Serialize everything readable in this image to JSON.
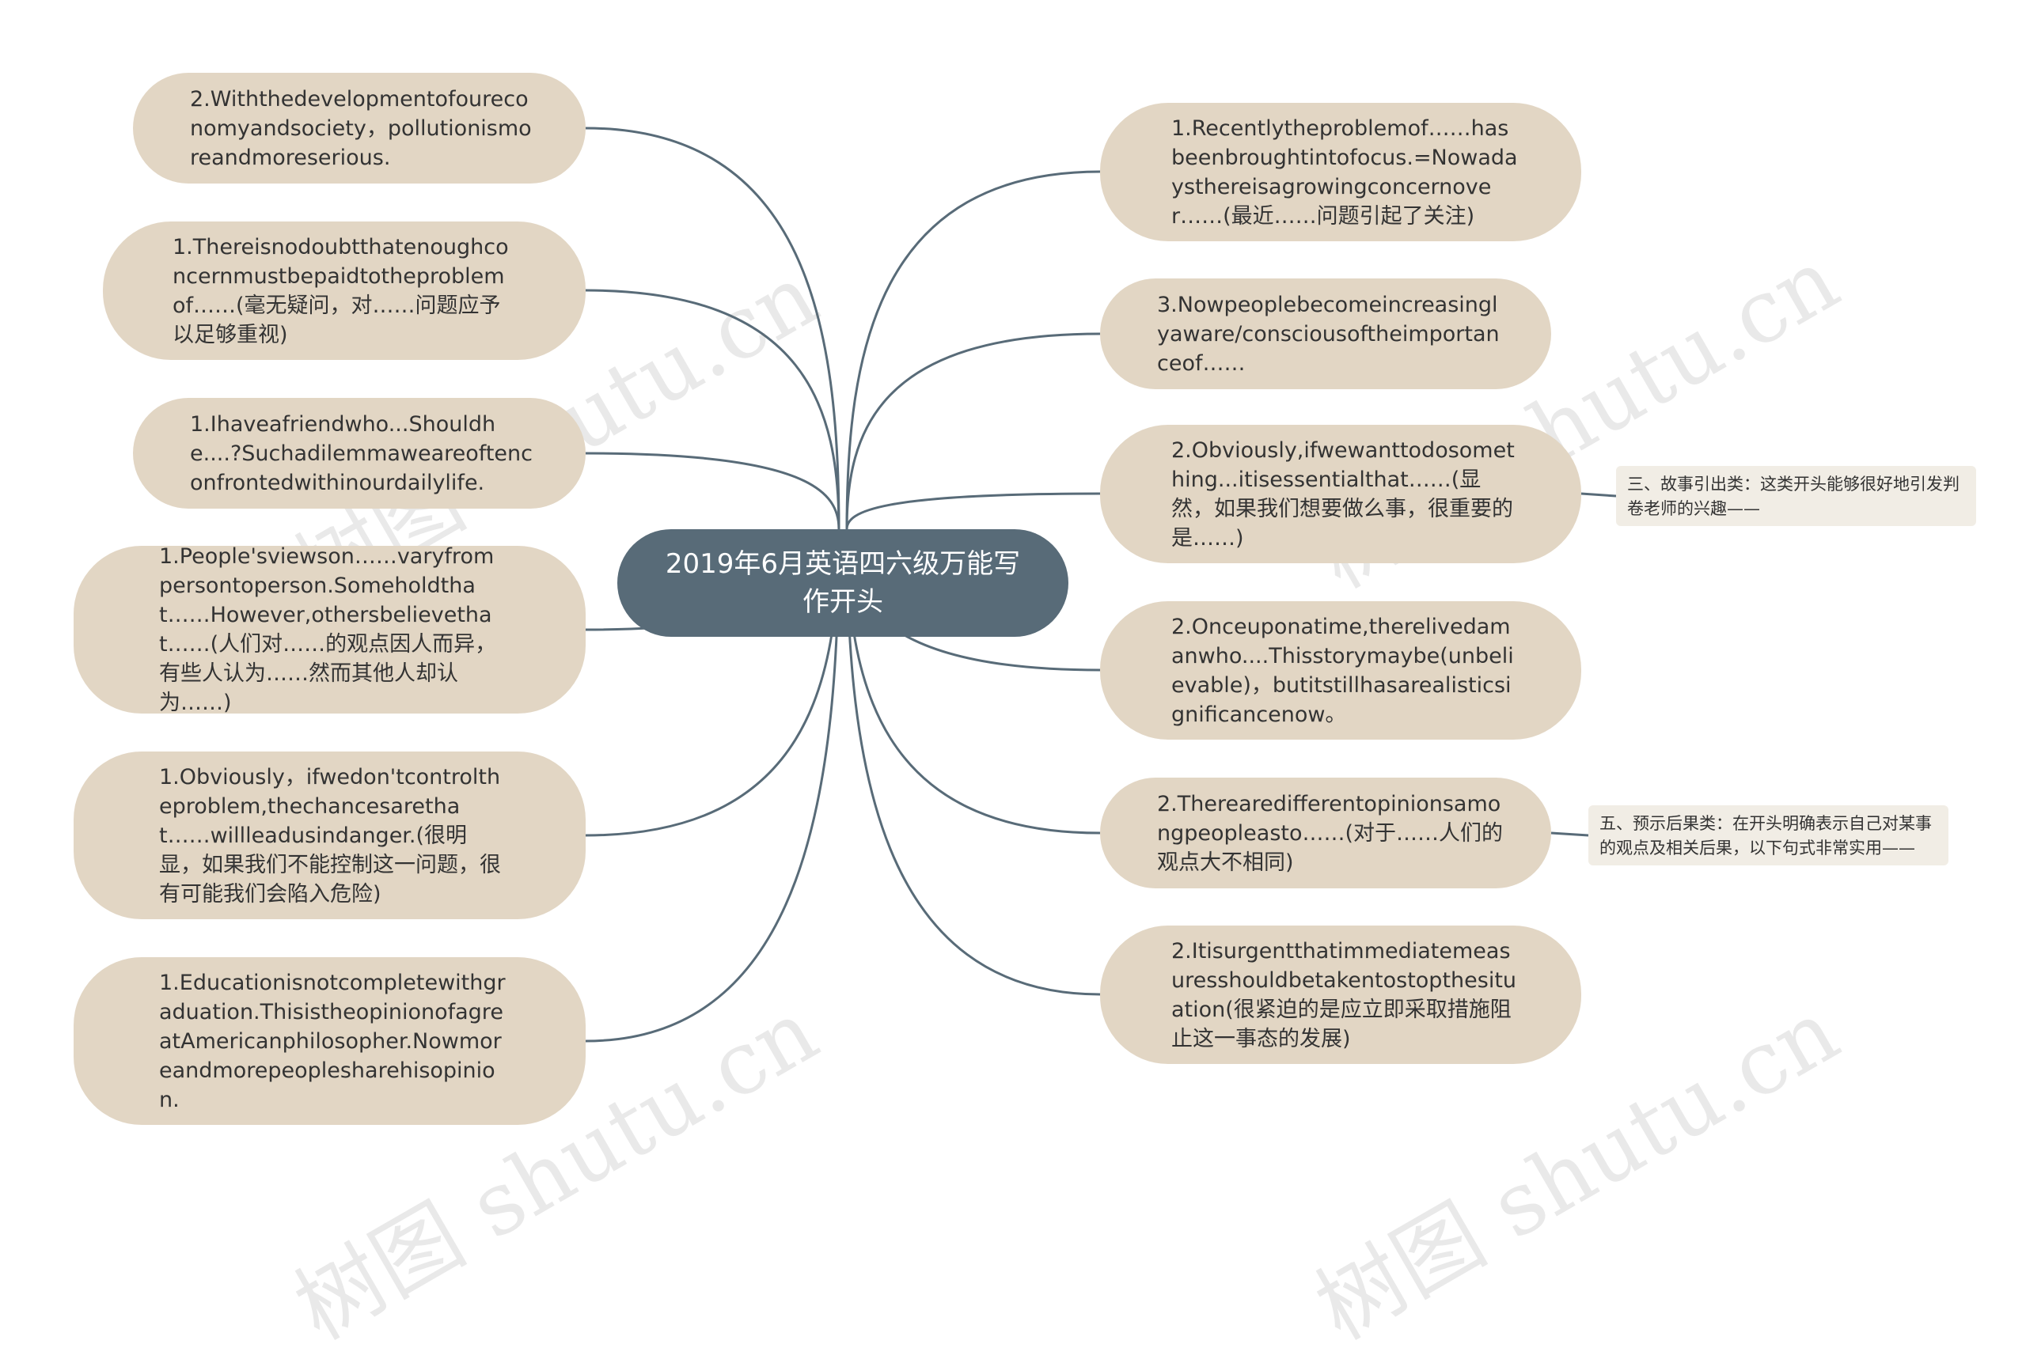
{
  "center": {
    "title": "2019年6月英语四六级万能写作开头"
  },
  "left_nodes": [
    {
      "text": "2.Withthedevelopmentofoureconomyandsociety，pollutionismoreandmoreserious."
    },
    {
      "text": "1.Thereisnodoubtthatenoughconcernmustbepaidtotheproblemof……(毫无疑问，对……问题应予以足够重视)"
    },
    {
      "text": "1.Ihaveafriendwho...Shouldhe....?Suchadilemmaweareoftenconfrontedwithinourdailylife."
    },
    {
      "text": "1.People'sviewson……varyfrompersontoperson.Someholdthat……However,othersbelievethat……(人们对……的观点因人而异，有些人认为……然而其他人却认为……)"
    },
    {
      "text": "1.Obviously，ifwedon'tcontroltheproblem,thechancesarethat……willleadusindanger.(很明显，如果我们不能控制这一问题，很有可能我们会陷入危险)"
    },
    {
      "text": "1.Educationisnotcompletewithgraduation.ThisistheopinionofagreatAmericanphilosopher.Nowmoreandmorepeoplesharehisopinion."
    }
  ],
  "right_nodes": [
    {
      "text": "1.Recentlytheproblemof……hasbeenbroughtintofocus.=Nowadaysthereisagrowingconcernover……(最近……问题引起了关注)"
    },
    {
      "text": "3.Nowpeoplebecomeincreasinglyaware/consciousoftheimportanceof……"
    },
    {
      "text": "2.Obviously,ifwewanttodosomething...itisessentialthat……(显然，如果我们想要做么事，很重要的是……)"
    },
    {
      "text": "2.Onceuponatime,therelivedamanwho....Thisstorymaybe(unbelievable)，butitstillhasarealisticsignificancenow。"
    },
    {
      "text": "2.Therearedifferentopinionsamongpeopleasto……(对于……人们的观点大不相同)"
    },
    {
      "text": "2.Itisurgentthatimmediatemeasuresshouldbetakentostopthesituation(很紧迫的是应立即采取措施阻止这一事态的发展)"
    }
  ],
  "notes": [
    {
      "text": "三、故事引出类：这类开头能够很好地引发判卷老师的兴趣——"
    },
    {
      "text": "五、预示后果类：在开头明确表示自己对某事的观点及相关后果，以下句式非常实用——"
    }
  ],
  "watermark": "树图 shutu.cn",
  "colors": {
    "node_fill": "#e2d6c4",
    "center_fill": "#586b78",
    "link_stroke": "#586b78",
    "note_fill": "#f1ede5",
    "text": "#333333"
  }
}
